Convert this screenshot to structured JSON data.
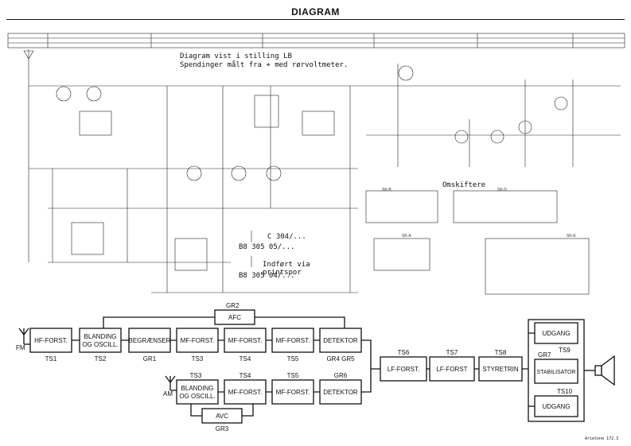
{
  "title": "DIAGRAM",
  "notes": {
    "stilling": "Diagram vist i stilling LB",
    "spendinger": "Spendinger målt fra + med rørvoltmeter.",
    "omskiftere": "Omskiftere",
    "ref_a": "B8 305 05/...",
    "ref_b": "B8 305 04/...",
    "c304": "C 304/...",
    "indfoert": "Indført via printspor",
    "footer": "Arietone 172.3"
  },
  "switches": {
    "sk_b": "SK-B",
    "sk_d": "SK-D",
    "sk_a": "SK-A",
    "sk_e": "SK-E"
  },
  "blocks": {
    "gr2": "GR2",
    "afc": "AFC",
    "fm": "FM",
    "am": "AM",
    "hf": "HF-FORST.",
    "ts1": "TS1",
    "bland_fm_1": "BLANDING",
    "bland_fm_2": "OG OSCILL.",
    "ts2": "TS2",
    "begr": "BEGRÆNSER",
    "gr1": "GR1",
    "mf1": "MF-FORST.",
    "ts3": "TS3",
    "mf2": "MF-FORST.",
    "ts4": "TS4",
    "mf3": "MF-FORST.",
    "ts5": "TS5",
    "det_fm": "DETEKTOR",
    "gr4gr5": "GR4  GR5",
    "am_ts3": "TS3",
    "am_ts4": "TS4",
    "am_ts5": "TS5",
    "gr6": "GR6",
    "bland_am_1": "BLANDING",
    "bland_am_2": "OG OSCILL.",
    "am_mf1": "MF-FORST.",
    "am_mf2": "MF-FORST.",
    "det_am": "DETEKTOR",
    "avc": "AVC",
    "gr3": "GR3",
    "ts6": "TS6",
    "lf1": "LF-FORST.",
    "ts7": "TS7",
    "lf2": "LF-FORST",
    "ts8": "TS8",
    "styre": "STYRETRIN",
    "udg1": "UDGANG",
    "gr7": "GR7",
    "ts9": "TS9",
    "stab": "STABILISATOR",
    "ts10": "TS10",
    "udg2": "UDGANG"
  }
}
